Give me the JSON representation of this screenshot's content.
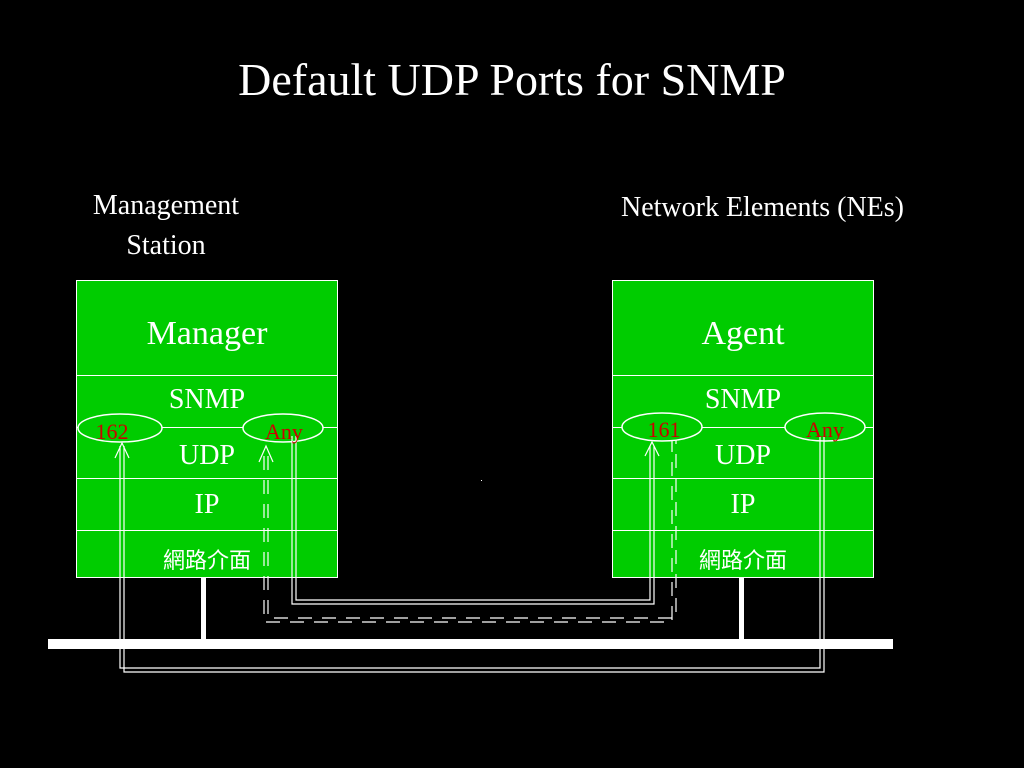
{
  "title": "Default UDP Ports for SNMP",
  "labels": {
    "management_station": "Management Station",
    "network_elements": "Network Elements (NEs)"
  },
  "manager_stack": {
    "app": "Manager",
    "snmp": "SNMP",
    "udp": "UDP",
    "ip": "IP",
    "nic": "網路介面",
    "port_left": "162",
    "port_right": "Any"
  },
  "agent_stack": {
    "app": "Agent",
    "snmp": "SNMP",
    "udp": "UDP",
    "ip": "IP",
    "nic": "網路介面",
    "port_left": "161",
    "port_right": "Any"
  },
  "colors": {
    "background": "#000000",
    "stack_fill": "#00cc00",
    "port_text": "#cc0000",
    "lines": "#ffffff"
  }
}
